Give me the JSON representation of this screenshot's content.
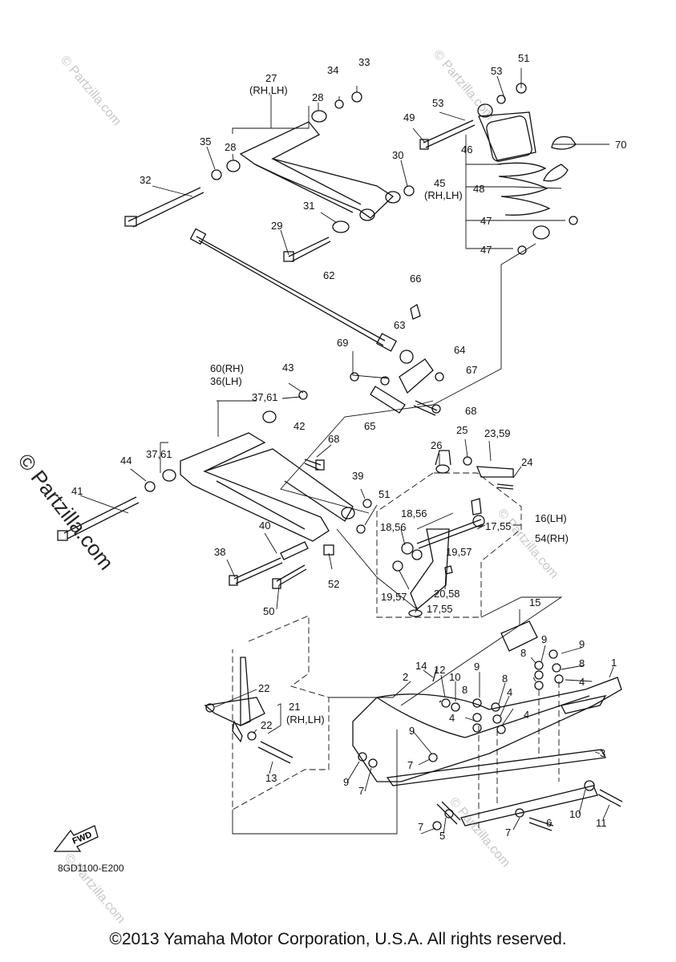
{
  "drawing_code": "8GD1100-E200",
  "copyright": "©2013 Yamaha Motor Corporation, U.S.A. All rights reserved.",
  "watermark": "© Partzilla.com",
  "fwd_badge": "FWD",
  "callouts": [
    {
      "id": "c27",
      "text": "27"
    },
    {
      "id": "c27s",
      "text": "(RH,LH)"
    },
    {
      "id": "c34",
      "text": "34"
    },
    {
      "id": "c33",
      "text": "33"
    },
    {
      "id": "c28a",
      "text": "28"
    },
    {
      "id": "c35",
      "text": "35"
    },
    {
      "id": "c28b",
      "text": "28"
    },
    {
      "id": "c30",
      "text": "30"
    },
    {
      "id": "c32",
      "text": "32"
    },
    {
      "id": "c31",
      "text": "31"
    },
    {
      "id": "c29",
      "text": "29"
    },
    {
      "id": "c51a",
      "text": "51"
    },
    {
      "id": "c53a",
      "text": "53"
    },
    {
      "id": "c53b",
      "text": "53"
    },
    {
      "id": "c49",
      "text": "49"
    },
    {
      "id": "c46",
      "text": "46"
    },
    {
      "id": "c70",
      "text": "70"
    },
    {
      "id": "c45",
      "text": "45"
    },
    {
      "id": "c45s",
      "text": "(RH,LH)"
    },
    {
      "id": "c48",
      "text": "48"
    },
    {
      "id": "c47a",
      "text": "47"
    },
    {
      "id": "c47b",
      "text": "47"
    },
    {
      "id": "c62",
      "text": "62"
    },
    {
      "id": "c66",
      "text": "66"
    },
    {
      "id": "c63",
      "text": "63"
    },
    {
      "id": "c64",
      "text": "64"
    },
    {
      "id": "c69",
      "text": "69"
    },
    {
      "id": "c67",
      "text": "67"
    },
    {
      "id": "c60",
      "text": "60(RH)"
    },
    {
      "id": "c36",
      "text": "36(LH)"
    },
    {
      "id": "c43",
      "text": "43"
    },
    {
      "id": "c3761a",
      "text": "37,61"
    },
    {
      "id": "c42",
      "text": "42"
    },
    {
      "id": "c65",
      "text": "65"
    },
    {
      "id": "c68a",
      "text": "68"
    },
    {
      "id": "c68b",
      "text": "68"
    },
    {
      "id": "c44",
      "text": "44"
    },
    {
      "id": "c3761b",
      "text": "37,61"
    },
    {
      "id": "c41",
      "text": "41"
    },
    {
      "id": "c26",
      "text": "26"
    },
    {
      "id": "c25",
      "text": "25"
    },
    {
      "id": "c2359",
      "text": "23,59"
    },
    {
      "id": "c24",
      "text": "24"
    },
    {
      "id": "c39",
      "text": "39"
    },
    {
      "id": "c51b",
      "text": "51"
    },
    {
      "id": "c1856a",
      "text": "18,56"
    },
    {
      "id": "c1856b",
      "text": "18,56"
    },
    {
      "id": "c1755a",
      "text": "17,55"
    },
    {
      "id": "c16",
      "text": "16(LH)"
    },
    {
      "id": "c54",
      "text": "54(RH)"
    },
    {
      "id": "c40",
      "text": "40"
    },
    {
      "id": "c1957a",
      "text": "19,57"
    },
    {
      "id": "c38",
      "text": "38"
    },
    {
      "id": "c52",
      "text": "52"
    },
    {
      "id": "c2058",
      "text": "20,58"
    },
    {
      "id": "c1957b",
      "text": "19,57"
    },
    {
      "id": "c1755b",
      "text": "17,55"
    },
    {
      "id": "c50",
      "text": "50"
    },
    {
      "id": "c15",
      "text": "15"
    },
    {
      "id": "c9a",
      "text": "9"
    },
    {
      "id": "c9b",
      "text": "9"
    },
    {
      "id": "c8a",
      "text": "8"
    },
    {
      "id": "c8b",
      "text": "8"
    },
    {
      "id": "c1",
      "text": "1"
    },
    {
      "id": "c14",
      "text": "14"
    },
    {
      "id": "c12",
      "text": "12"
    },
    {
      "id": "c10a",
      "text": "10"
    },
    {
      "id": "c9c",
      "text": "9"
    },
    {
      "id": "c8c",
      "text": "8"
    },
    {
      "id": "c4a",
      "text": "4"
    },
    {
      "id": "c2",
      "text": "2"
    },
    {
      "id": "c8d",
      "text": "8"
    },
    {
      "id": "c4b",
      "text": "4"
    },
    {
      "id": "c4c",
      "text": "4"
    },
    {
      "id": "c4d",
      "text": "4"
    },
    {
      "id": "c22a",
      "text": "22"
    },
    {
      "id": "c21",
      "text": "21"
    },
    {
      "id": "c21s",
      "text": "(RH,LH)"
    },
    {
      "id": "c22b",
      "text": "22"
    },
    {
      "id": "c9d",
      "text": "9"
    },
    {
      "id": "c7a",
      "text": "7"
    },
    {
      "id": "c3",
      "text": "3"
    },
    {
      "id": "c13",
      "text": "13"
    },
    {
      "id": "c9e",
      "text": "9"
    },
    {
      "id": "c7b",
      "text": "7"
    },
    {
      "id": "c6",
      "text": "6"
    },
    {
      "id": "c10b",
      "text": "10"
    },
    {
      "id": "c11",
      "text": "11"
    },
    {
      "id": "c7c",
      "text": "7"
    },
    {
      "id": "c5",
      "text": "5"
    },
    {
      "id": "c7d",
      "text": "7"
    }
  ]
}
